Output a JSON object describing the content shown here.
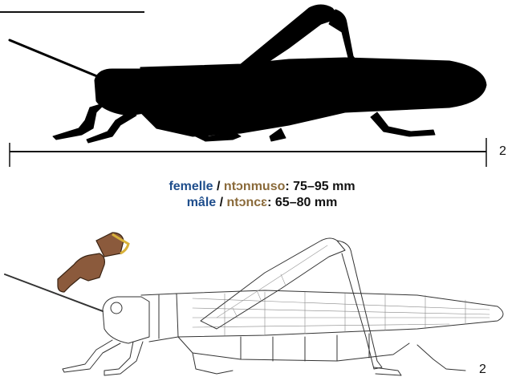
{
  "page_number_top": "2",
  "page_number_bottom": "2",
  "female": {
    "fr": "femelle",
    "sep": " / ",
    "bm": "ntɔnmuso",
    "size": ": 75–95 mm"
  },
  "male": {
    "fr": "mâle",
    "sep": " / ",
    "bm": "ntɔncɛ",
    "size": ": 65–80 mm"
  },
  "colors": {
    "french": "#1f4e8c",
    "bambara": "#8a6a3a",
    "text": "#111111"
  }
}
